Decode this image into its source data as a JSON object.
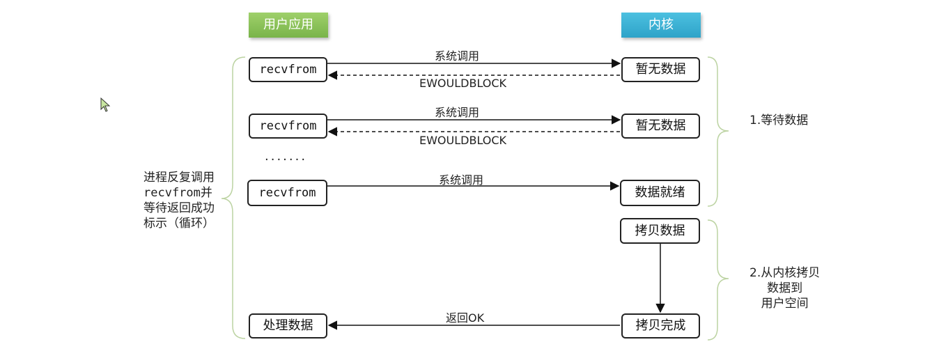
{
  "headers": {
    "user": "用户应用",
    "kernel": "内核"
  },
  "user_boxes": {
    "recv1": "recvfrom",
    "recv2": "recvfrom",
    "recv3": "recvfrom",
    "process": "处理数据"
  },
  "kernel_boxes": {
    "no_data_1": "暂无数据",
    "no_data_2": "暂无数据",
    "data_ready": "数据就绪",
    "copy_data": "拷贝数据",
    "copy_done": "拷贝完成"
  },
  "arrows": {
    "syscall_1": "系统调用",
    "ewouldblock_1": "EWOULDBLOCK",
    "syscall_2": "系统调用",
    "ewouldblock_2": "EWOULDBLOCK",
    "syscall_3": "系统调用",
    "return_ok": "返回OK"
  },
  "ellipsis": ".......",
  "left_note": {
    "line1": "进程反复调用",
    "line2_code": "recvfrom",
    "line2_suffix": "并",
    "line3": "等待返回成功",
    "line4": "标示（循环）"
  },
  "phases": {
    "phase1": "1.等待数据",
    "phase2_line1": "2.从内核拷贝",
    "phase2_line2": "数据到",
    "phase2_line3": "用户空间"
  }
}
